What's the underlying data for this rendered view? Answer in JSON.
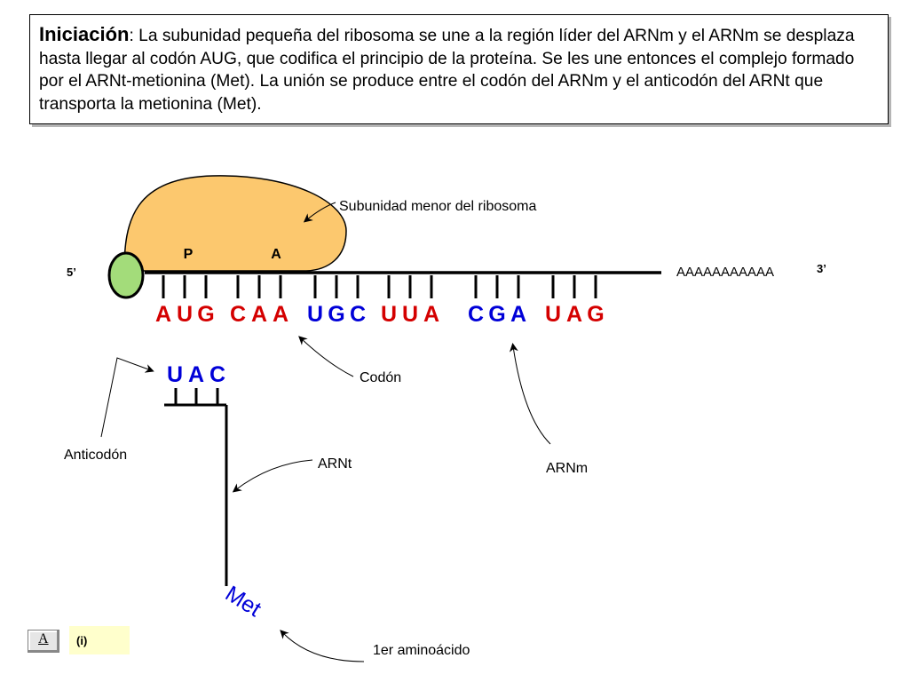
{
  "intro": {
    "title": "Iniciación",
    "text": ": La subunidad pequeña del ribosoma se une a la región líder del ARNm y el ARNm se desplaza hasta llegar al codón AUG, que codifica el principio de la proteína. Se les une entonces  el complejo formado por el ARNt-metionina (Met). La unión se produce entre el codón del ARNm y el anticodón del ARNt que transporta la metionina (Met)."
  },
  "colors": {
    "ribosome_fill": "#fcc86e",
    "cap_fill": "#a3dc7a",
    "codon_red": "#d40000",
    "codon_blue": "#0000d8",
    "note_fill": "#ffffcc"
  },
  "labels": {
    "ribosome": "Subunidad menor del ribosoma",
    "site_p": "P",
    "site_a": "A",
    "five_prime": "5’",
    "three_prime": "3’",
    "poly_a": "AAAAAAAAAAA",
    "codon": "Codón",
    "anticodon": "Anticodón",
    "trna": "ARNt",
    "mrna": "ARNm",
    "met": "Met",
    "first_amino": "1er aminoácido"
  },
  "codons": [
    {
      "bases": [
        "A",
        "U",
        "G"
      ],
      "color": "red"
    },
    {
      "bases": [
        "C",
        "A",
        "A"
      ],
      "color": "red"
    },
    {
      "bases": [
        "U",
        "G",
        "C"
      ],
      "color": "blue"
    },
    {
      "bases": [
        "U",
        "U",
        "A"
      ],
      "color": "red"
    },
    {
      "bases": [
        "C",
        "G",
        "A"
      ],
      "color": "blue"
    },
    {
      "bases": [
        "U",
        "A",
        "G"
      ],
      "color": "red"
    }
  ],
  "anticodon_bases": [
    "U",
    "A",
    "C"
  ],
  "footer": {
    "button_label": "A",
    "note": "(i)"
  }
}
